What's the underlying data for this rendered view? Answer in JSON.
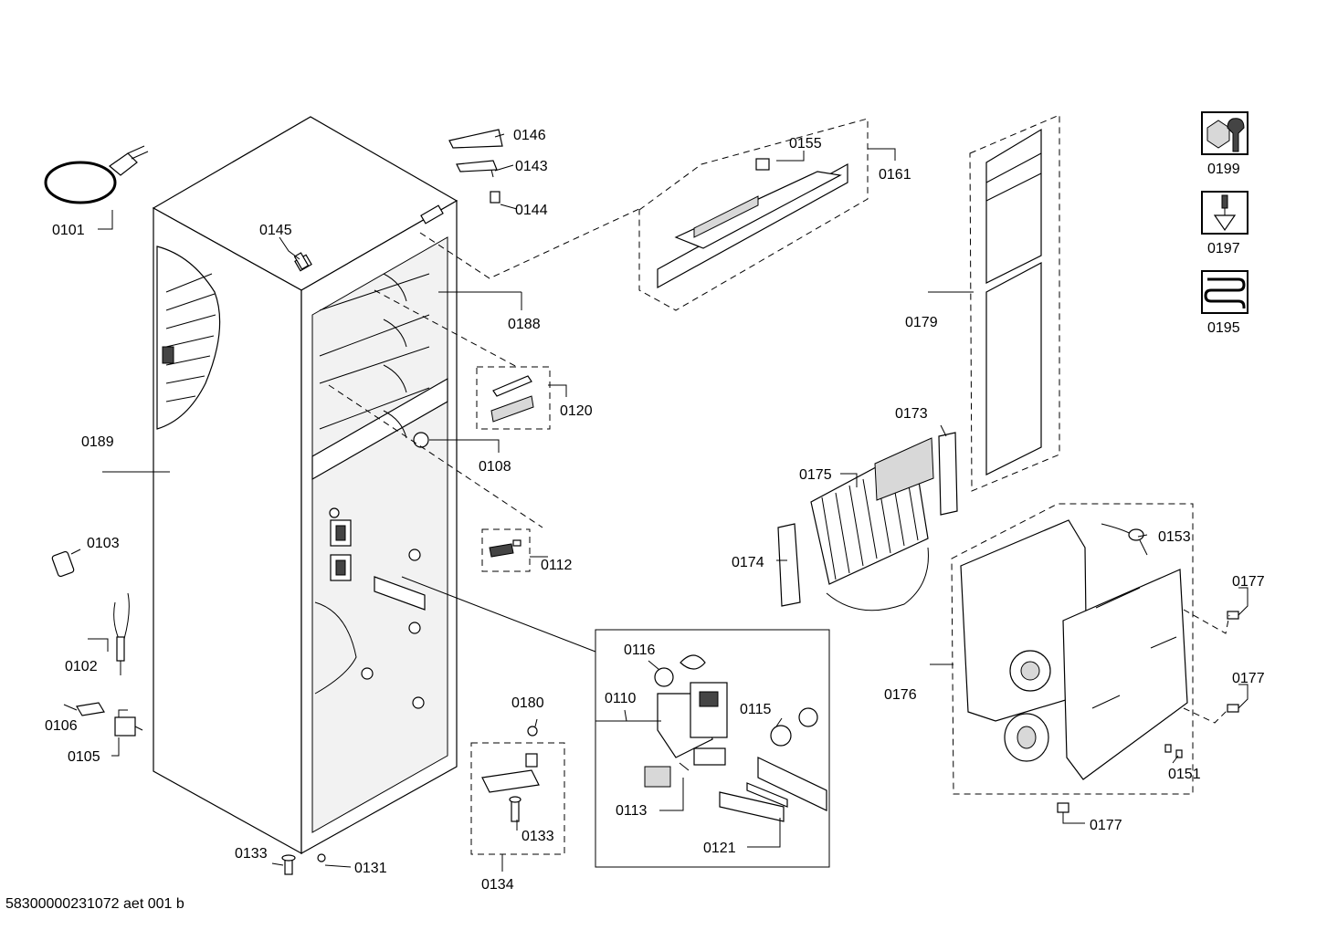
{
  "document_id": "58300000231072 aet 001 b",
  "parts": [
    {
      "id": "p0101",
      "label": "0101"
    },
    {
      "id": "p0145",
      "label": "0145"
    },
    {
      "id": "p0146",
      "label": "0146"
    },
    {
      "id": "p0143",
      "label": "0143"
    },
    {
      "id": "p0144",
      "label": "0144"
    },
    {
      "id": "p0155",
      "label": "0155"
    },
    {
      "id": "p0161",
      "label": "0161"
    },
    {
      "id": "p0188",
      "label": "0188"
    },
    {
      "id": "p0120",
      "label": "0120"
    },
    {
      "id": "p0108",
      "label": "0108"
    },
    {
      "id": "p0112",
      "label": "0112"
    },
    {
      "id": "p0189",
      "label": "0189"
    },
    {
      "id": "p0103",
      "label": "0103"
    },
    {
      "id": "p0102",
      "label": "0102"
    },
    {
      "id": "p0106",
      "label": "0106"
    },
    {
      "id": "p0105",
      "label": "0105"
    },
    {
      "id": "p0133a",
      "label": "0133"
    },
    {
      "id": "p0131",
      "label": "0131"
    },
    {
      "id": "p0180",
      "label": "0180"
    },
    {
      "id": "p0133b",
      "label": "0133"
    },
    {
      "id": "p0134",
      "label": "0134"
    },
    {
      "id": "p0116",
      "label": "0116"
    },
    {
      "id": "p0110",
      "label": "0110"
    },
    {
      "id": "p0115",
      "label": "0115"
    },
    {
      "id": "p0113",
      "label": "0113"
    },
    {
      "id": "p0121",
      "label": "0121"
    },
    {
      "id": "p0179",
      "label": "0179"
    },
    {
      "id": "p0173",
      "label": "0173"
    },
    {
      "id": "p0175",
      "label": "0175"
    },
    {
      "id": "p0174",
      "label": "0174"
    },
    {
      "id": "p0153",
      "label": "0153"
    },
    {
      "id": "p0177a",
      "label": "0177"
    },
    {
      "id": "p0177b",
      "label": "0177"
    },
    {
      "id": "p0176",
      "label": "0176"
    },
    {
      "id": "p0151",
      "label": "0151"
    },
    {
      "id": "p0177c",
      "label": "0177"
    },
    {
      "id": "p0199",
      "label": "0199"
    },
    {
      "id": "p0197",
      "label": "0197"
    },
    {
      "id": "p0195",
      "label": "0195"
    }
  ],
  "icons": {
    "tool_kit": "wrench-nut-icon",
    "screw_kit": "screwdriver-icon",
    "heater_kit": "heating-coil-icon"
  }
}
